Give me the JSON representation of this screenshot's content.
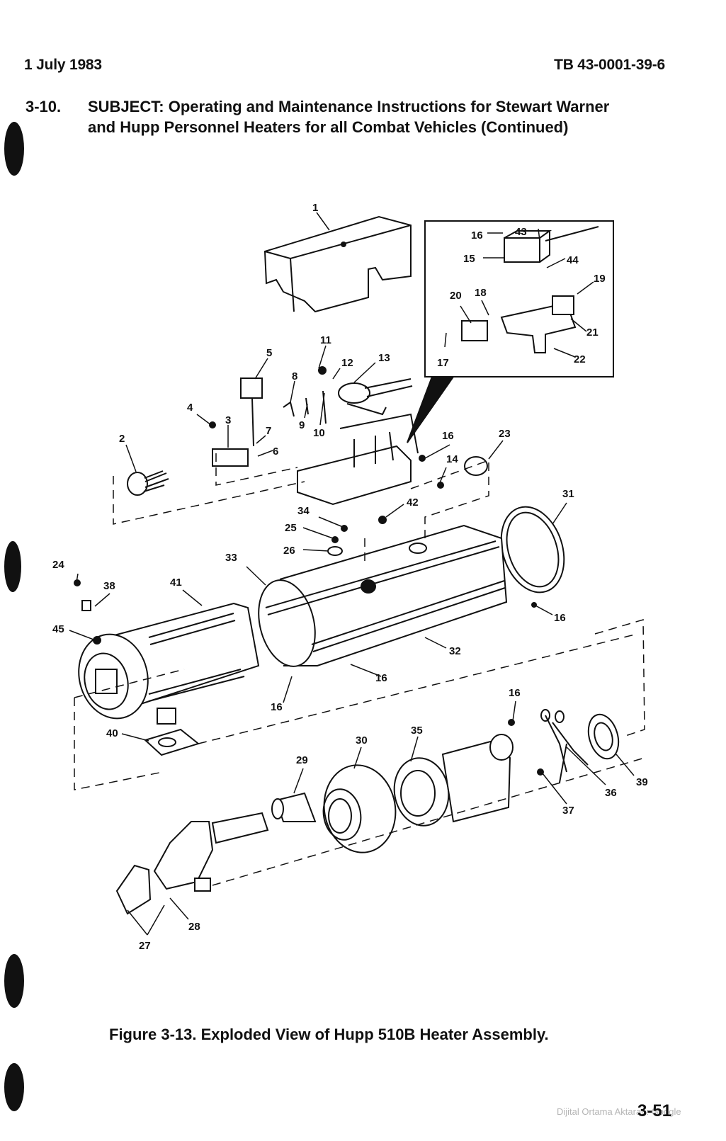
{
  "header": {
    "date": "1 July 1983",
    "doc_number": "TB 43-0001-39-6"
  },
  "subject": {
    "number": "3-10.",
    "label": "SUBJECT:",
    "text": "Operating and Maintenance Instructions for Stewart Warner and Hupp Personnel Heaters for all Combat Vehicles (Continued)"
  },
  "figure": {
    "caption": "Figure 3-13. Exploded View of Hupp 510B Heater Assembly."
  },
  "callouts": [
    "1",
    "2",
    "3",
    "4",
    "5",
    "6",
    "7",
    "8",
    "9",
    "10",
    "11",
    "12",
    "13",
    "14",
    "15",
    "16",
    "16",
    "16",
    "16",
    "16",
    "16",
    "16",
    "17",
    "18",
    "19",
    "20",
    "21",
    "22",
    "23",
    "24",
    "25",
    "26",
    "27",
    "28",
    "29",
    "30",
    "31",
    "32",
    "33",
    "34",
    "35",
    "36",
    "37",
    "38",
    "39",
    "40",
    "41",
    "42",
    "43",
    "44",
    "45"
  ],
  "page_number": "3-51",
  "watermark": "Dijital Ortama Aktaran: Google"
}
